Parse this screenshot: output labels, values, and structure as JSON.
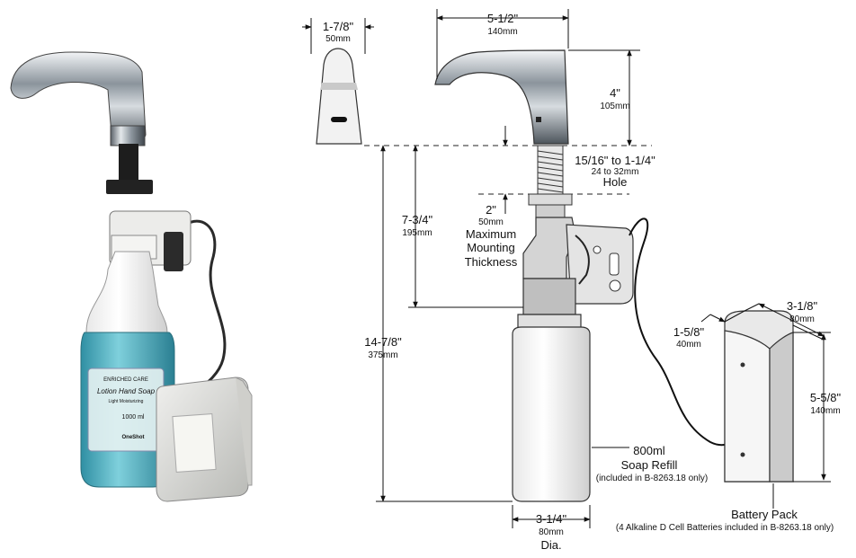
{
  "photo": {
    "label_brand": "ENRICHED CARE",
    "label_product": "Lotion Hand Soap",
    "label_sub": "Light Moisturizing",
    "label_volume": "1000 ml",
    "label_footer": "OneShot"
  },
  "dimensions": {
    "spout_width": {
      "imperial": "1-7/8\"",
      "metric": "50mm"
    },
    "spout_length": {
      "imperial": "5-1/2\"",
      "metric": "140mm"
    },
    "spout_height": {
      "imperial": "4\"",
      "metric": "105mm"
    },
    "hole": {
      "imperial": "15/16\" to 1-1/4\"",
      "metric": "24 to 32mm",
      "label": "Hole"
    },
    "mounting": {
      "imperial": "2\"",
      "metric": "50mm",
      "label_line1": "Maximum",
      "label_line2": "Mounting",
      "label_line3": "Thickness"
    },
    "under_counter": {
      "imperial": "7-3/4\"",
      "metric": "195mm"
    },
    "overall": {
      "imperial": "14-7/8\"",
      "metric": "375mm"
    },
    "bottle_dia": {
      "imperial": "3-1/4\"",
      "metric": "80mm",
      "label": "Dia."
    },
    "battery_depth": {
      "imperial": "1-5/8\"",
      "metric": "40mm"
    },
    "battery_width": {
      "imperial": "3-1/8\"",
      "metric": "80mm"
    },
    "battery_height": {
      "imperial": "5-5/8\"",
      "metric": "140mm"
    }
  },
  "callouts": {
    "refill_line1": "800ml",
    "refill_line2": "Soap Refill",
    "refill_line3": "(included in B-8263.18 only)",
    "battery_line1": "Battery Pack",
    "battery_line2": "(4 Alkaline D Cell Batteries included in B-8263.18 only)"
  },
  "colors": {
    "soap": "#4fb3c4",
    "chrome": "#9aa3ab",
    "battery_case": "#d9d9d6",
    "line": "#111111"
  }
}
